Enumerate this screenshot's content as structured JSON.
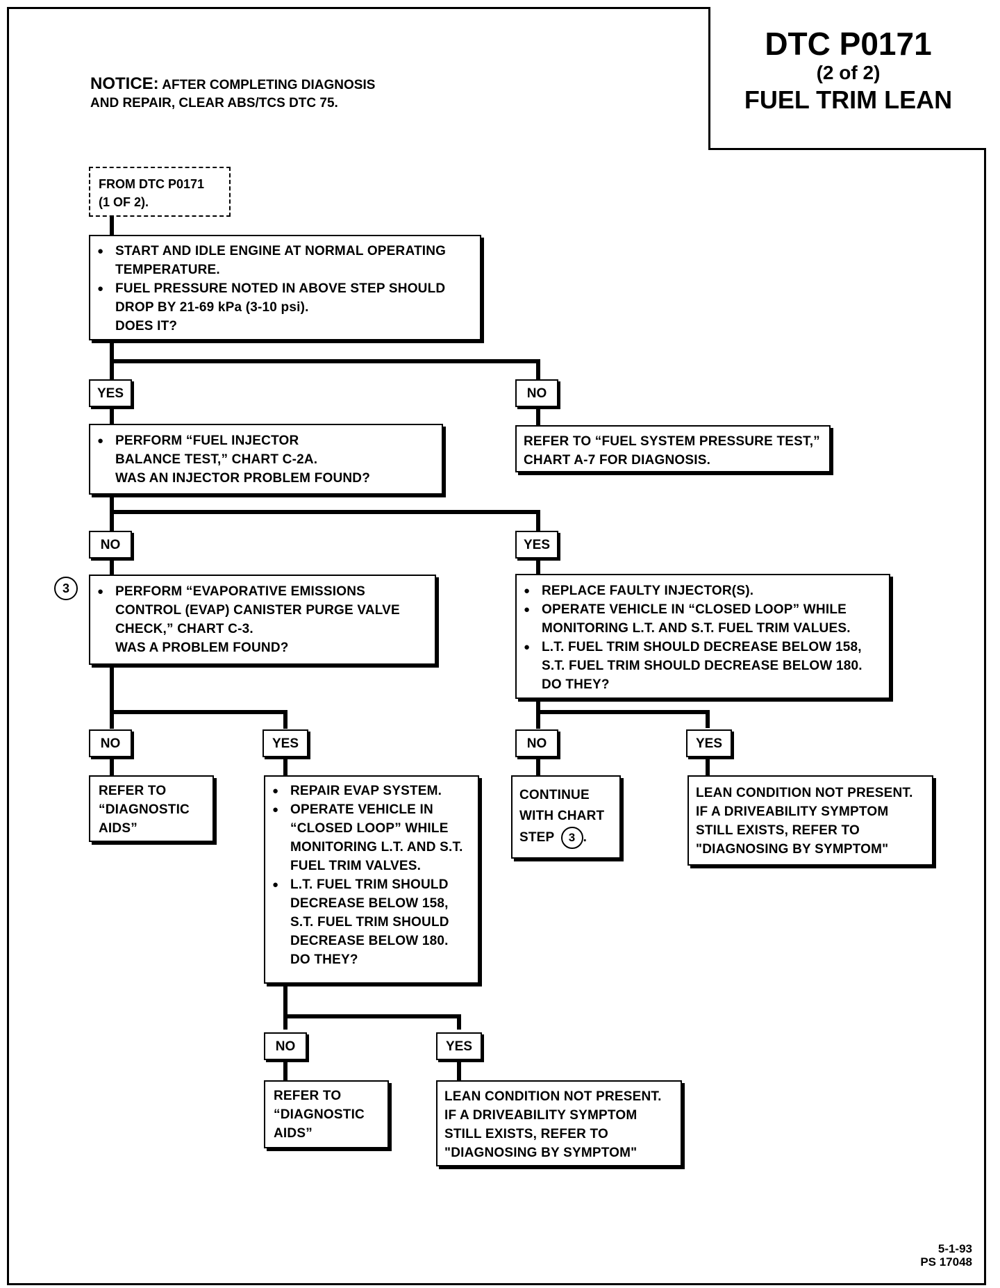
{
  "title": {
    "code": "DTC P0171",
    "part": "(2 of 2)",
    "name": "FUEL TRIM LEAN"
  },
  "notice": {
    "lead": "NOTICE:",
    "line1": "AFTER COMPLETING DIAGNOSIS",
    "line2": "AND REPAIR, CLEAR ABS/TCS DTC 75."
  },
  "from_box": {
    "line1": "FROM DTC P0171",
    "line2": "(1 OF 2)."
  },
  "step1": {
    "bullet1": "START AND IDLE ENGINE AT NORMAL OPERATING TEMPERATURE.",
    "bullet2": "FUEL PRESSURE NOTED IN ABOVE STEP SHOULD DROP BY 21-69 kPa (3-10 psi).",
    "question": "DOES IT?"
  },
  "labels": {
    "yes": "YES",
    "no": "NO"
  },
  "refer_fuel_pressure": {
    "line1": "REFER TO “FUEL SYSTEM PRESSURE TEST,”",
    "line2": "CHART A-7 FOR DIAGNOSIS."
  },
  "step2": {
    "bullet1": "PERFORM “FUEL INJECTOR BALANCE TEST,” CHART C-2A.",
    "question": "WAS AN INJECTOR PROBLEM FOUND?"
  },
  "step3": {
    "marker": "3",
    "bullet1": "PERFORM “EVAPORATIVE EMISSIONS CONTROL (EVAP) CANISTER PURGE VALVE CHECK,” CHART C-3.",
    "question": "WAS A PROBLEM FOUND?"
  },
  "injector_yes": {
    "bullet1": "REPLACE FAULTY INJECTOR(S).",
    "bullet2": "OPERATE VEHICLE IN “CLOSED LOOP” WHILE MONITORING L.T. AND S.T. FUEL TRIM VALUES.",
    "bullet3": "L.T. FUEL TRIM SHOULD DECREASE BELOW 158, S.T. FUEL TRIM SHOULD DECREASE BELOW 180.",
    "question": "DO THEY?"
  },
  "refer_diag_aids_1": {
    "line1": "REFER TO",
    "line2": "“DIAGNOSTIC",
    "line3": "AIDS”"
  },
  "evap_yes": {
    "bullet1": "REPAIR EVAP SYSTEM.",
    "bullet2": "OPERATE VEHICLE IN “CLOSED LOOP” WHILE MONITORING L.T. AND S.T. FUEL TRIM VALVES.",
    "bullet3": "L.T. FUEL TRIM SHOULD DECREASE BELOW 158, S.T. FUEL TRIM SHOULD DECREASE BELOW 180.",
    "question": "DO THEY?"
  },
  "continue_box": {
    "line1": "CONTINUE",
    "line2": "WITH CHART",
    "line3": "STEP",
    "marker": "3",
    "period": "."
  },
  "lean_not_present_1": {
    "line1": "LEAN CONDITION NOT PRESENT.",
    "line2": "IF A DRIVEABILITY SYMPTOM",
    "line3": "STILL EXISTS, REFER TO",
    "line4": "\"DIAGNOSING BY SYMPTOM\""
  },
  "refer_diag_aids_2": {
    "line1": "REFER TO",
    "line2": "“DIAGNOSTIC",
    "line3": "AIDS”"
  },
  "lean_not_present_2": {
    "line1": "LEAN CONDITION NOT PRESENT.",
    "line2": "IF A DRIVEABILITY SYMPTOM",
    "line3": "STILL EXISTS, REFER TO",
    "line4": "\"DIAGNOSING BY SYMPTOM\""
  },
  "footer": {
    "date": "5-1-93",
    "code": "PS 17048"
  }
}
